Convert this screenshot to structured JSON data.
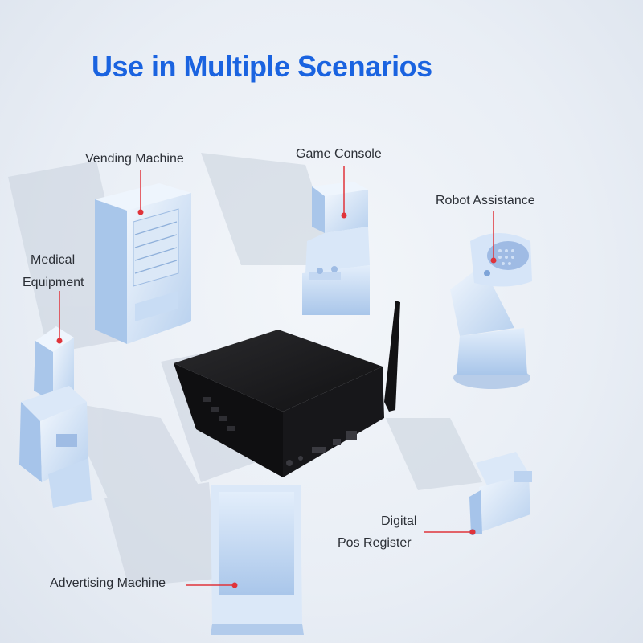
{
  "title": "Use in Multiple Scenarios",
  "labels": {
    "vending": "Vending Machine",
    "game": "Game Console",
    "robot": "Robot Assistance",
    "medical_line1": "Medical",
    "medical_line2": "Equipment",
    "pos_line1": "Digital",
    "pos_line2": "Pos Register",
    "advertising": "Advertising Machine"
  },
  "colors": {
    "title": "#1a63e0",
    "pointer": "#e0333a",
    "device_body": "#1b1b1d",
    "model_fill": "#c9dcf3",
    "shadow": "#c7cfdb"
  },
  "icons": [
    "tv-box-device",
    "antenna",
    "vending-machine-model",
    "arcade-console-model",
    "robot-model",
    "medical-equipment-model",
    "pos-register-model",
    "advertising-kiosk-model"
  ]
}
